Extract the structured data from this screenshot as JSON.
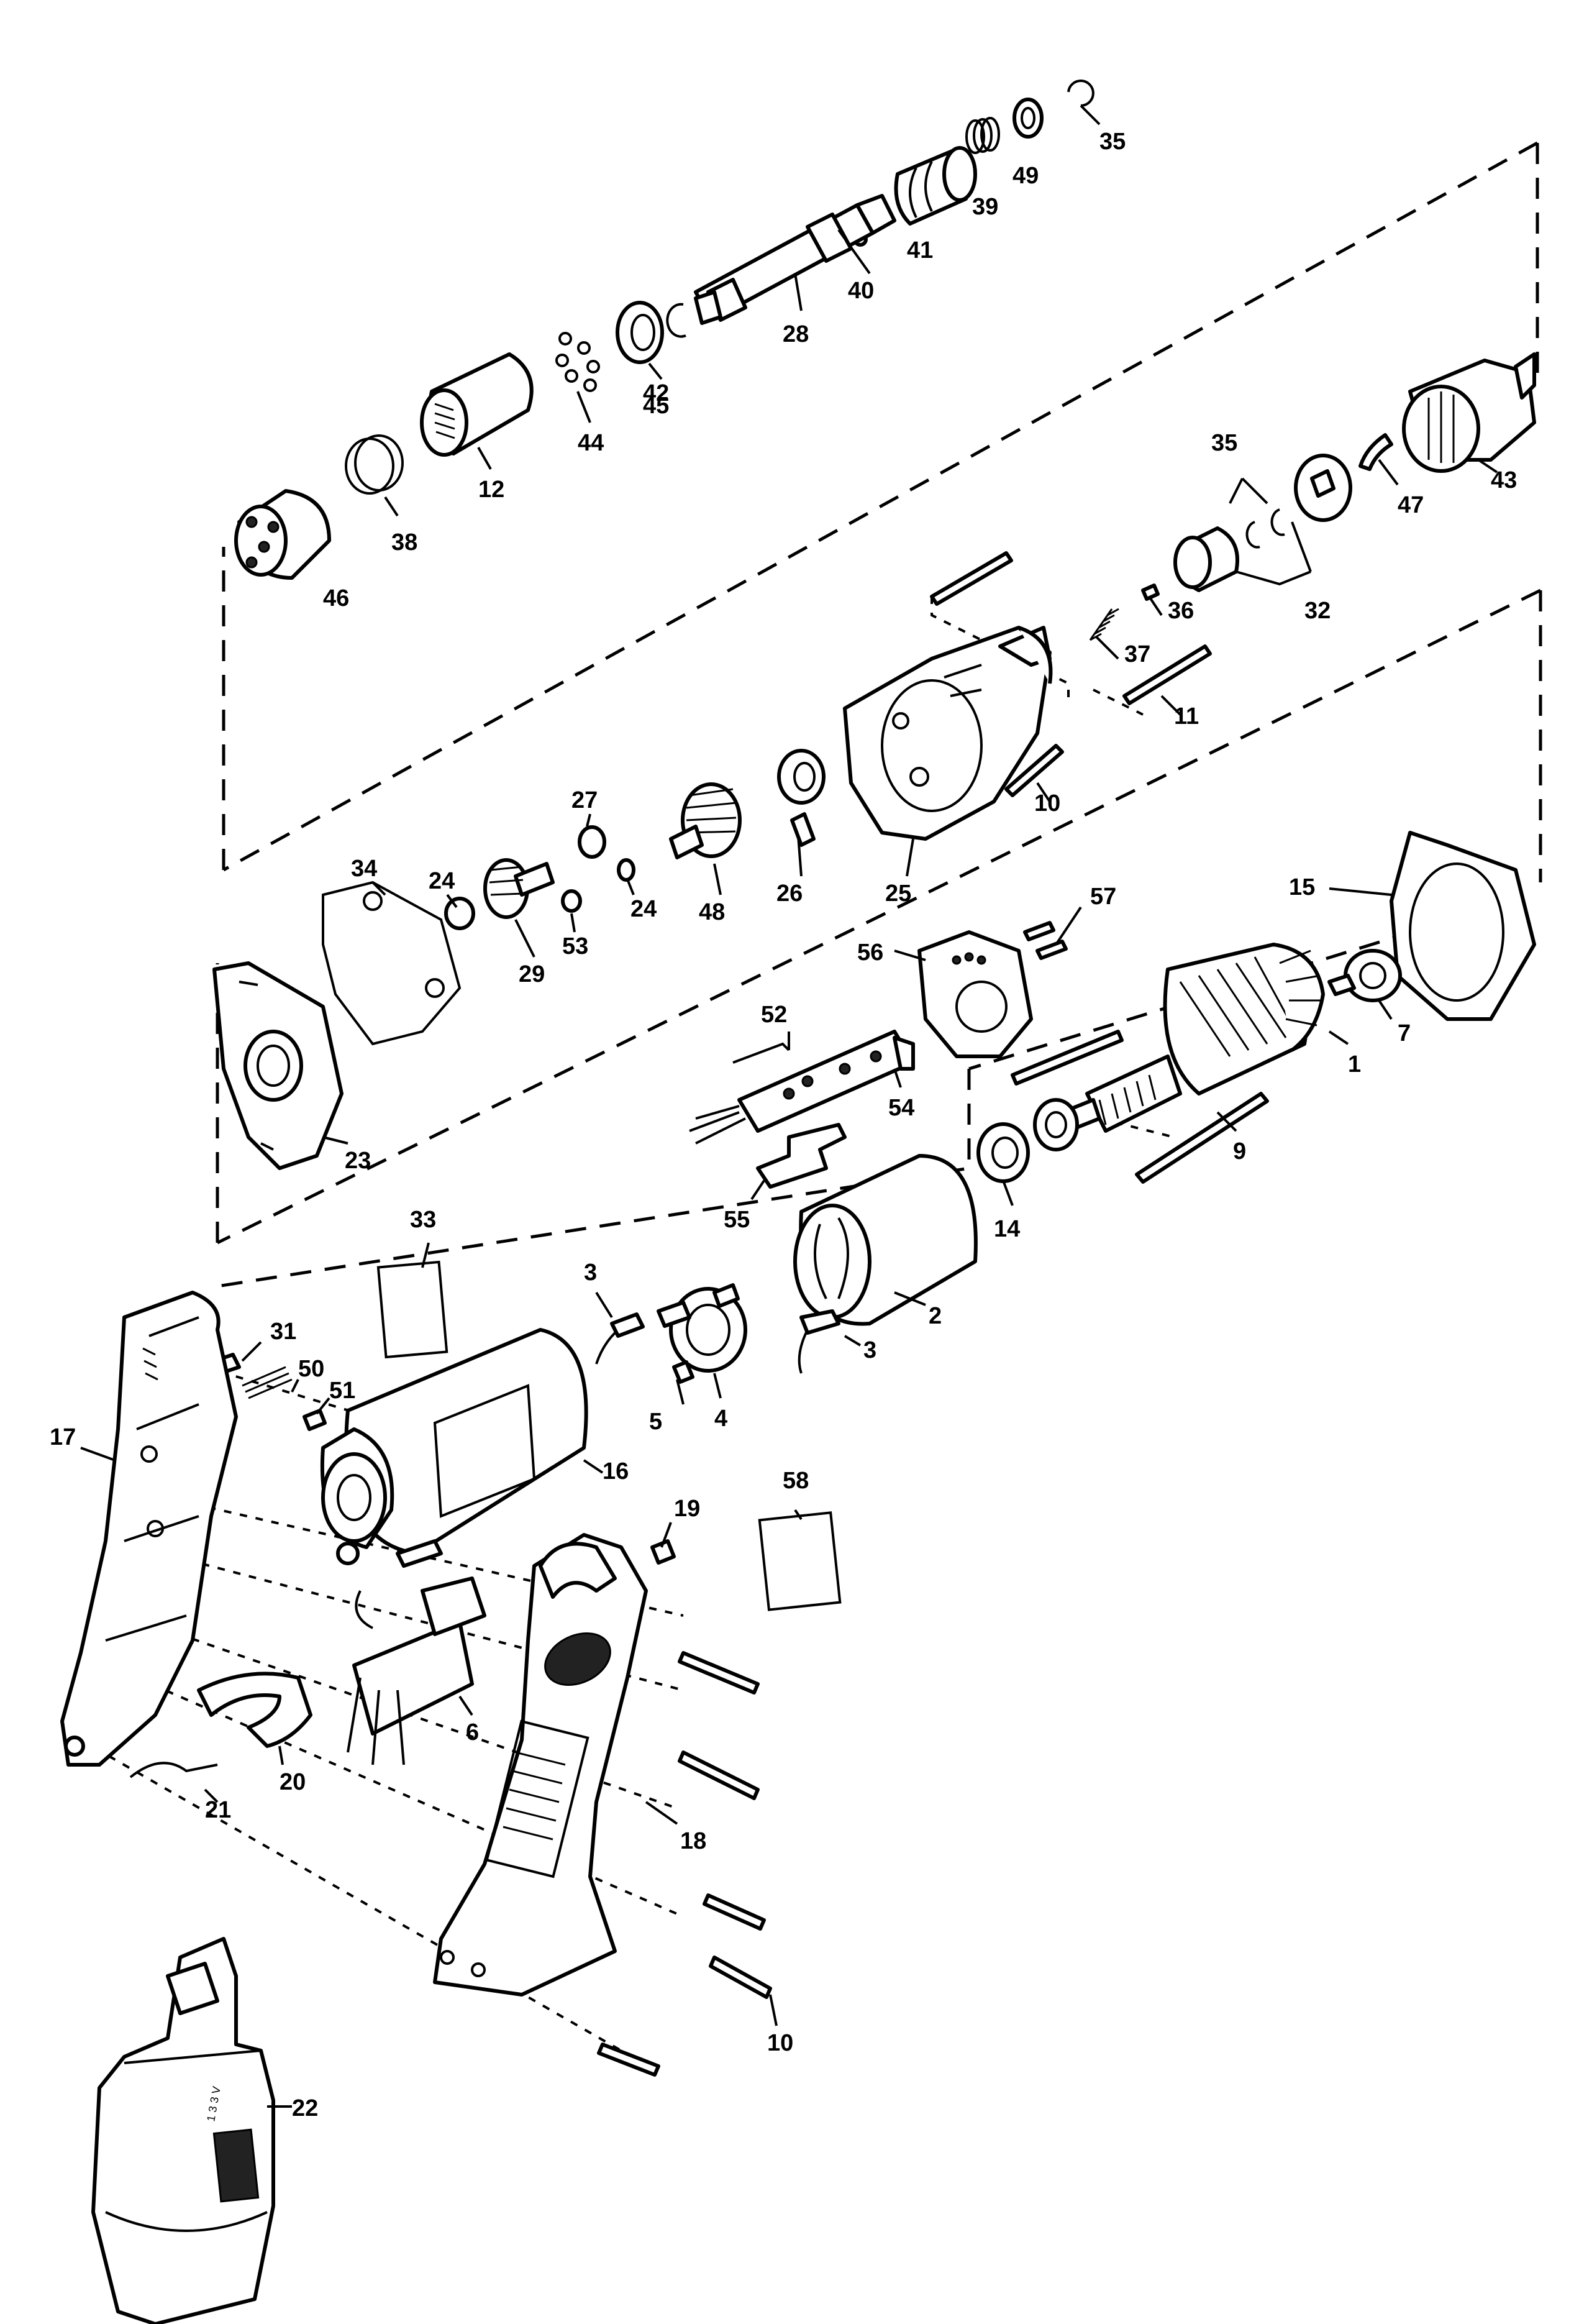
{
  "parts": [
    {
      "id": "p35a",
      "label": "35"
    },
    {
      "id": "p49",
      "label": "49"
    },
    {
      "id": "p39",
      "label": "39"
    },
    {
      "id": "p41",
      "label": "41"
    },
    {
      "id": "p40",
      "label": "40"
    },
    {
      "id": "p28",
      "label": "28"
    },
    {
      "id": "p42",
      "label": "42"
    },
    {
      "id": "p45",
      "label": "45"
    },
    {
      "id": "p44",
      "label": "44"
    },
    {
      "id": "p12",
      "label": "12"
    },
    {
      "id": "p38",
      "label": "38"
    },
    {
      "id": "p46",
      "label": "46"
    },
    {
      "id": "p43",
      "label": "43"
    },
    {
      "id": "p47",
      "label": "47"
    },
    {
      "id": "p35b",
      "label": "35"
    },
    {
      "id": "p32",
      "label": "32"
    },
    {
      "id": "p36",
      "label": "36"
    },
    {
      "id": "p37",
      "label": "37"
    },
    {
      "id": "p11",
      "label": "11"
    },
    {
      "id": "p10a",
      "label": "10"
    },
    {
      "id": "p27",
      "label": "27"
    },
    {
      "id": "p34",
      "label": "34"
    },
    {
      "id": "p24a",
      "label": "24"
    },
    {
      "id": "p24b",
      "label": "24"
    },
    {
      "id": "p48",
      "label": "48"
    },
    {
      "id": "p26",
      "label": "26"
    },
    {
      "id": "p25",
      "label": "25"
    },
    {
      "id": "p29",
      "label": "29"
    },
    {
      "id": "p53",
      "label": "53"
    },
    {
      "id": "p23",
      "label": "23"
    },
    {
      "id": "p15",
      "label": "15"
    },
    {
      "id": "p57",
      "label": "57"
    },
    {
      "id": "p56",
      "label": "56"
    },
    {
      "id": "p7",
      "label": "7"
    },
    {
      "id": "p1",
      "label": "1"
    },
    {
      "id": "p52",
      "label": "52"
    },
    {
      "id": "p54",
      "label": "54"
    },
    {
      "id": "p9",
      "label": "9"
    },
    {
      "id": "p55",
      "label": "55"
    },
    {
      "id": "p14",
      "label": "14"
    },
    {
      "id": "p33",
      "label": "33"
    },
    {
      "id": "p2",
      "label": "2"
    },
    {
      "id": "p3a",
      "label": "3"
    },
    {
      "id": "p3b",
      "label": "3"
    },
    {
      "id": "p31",
      "label": "31"
    },
    {
      "id": "p50",
      "label": "50"
    },
    {
      "id": "p51",
      "label": "51"
    },
    {
      "id": "p5",
      "label": "5"
    },
    {
      "id": "p4",
      "label": "4"
    },
    {
      "id": "p17",
      "label": "17"
    },
    {
      "id": "p16",
      "label": "16"
    },
    {
      "id": "p58",
      "label": "58"
    },
    {
      "id": "p19",
      "label": "19"
    },
    {
      "id": "p6",
      "label": "6"
    },
    {
      "id": "p21",
      "label": "21"
    },
    {
      "id": "p20",
      "label": "20"
    },
    {
      "id": "p18",
      "label": "18"
    },
    {
      "id": "p10b",
      "label": "10"
    },
    {
      "id": "p22",
      "label": "22"
    }
  ],
  "battery_label_text": "1 3 3 V"
}
